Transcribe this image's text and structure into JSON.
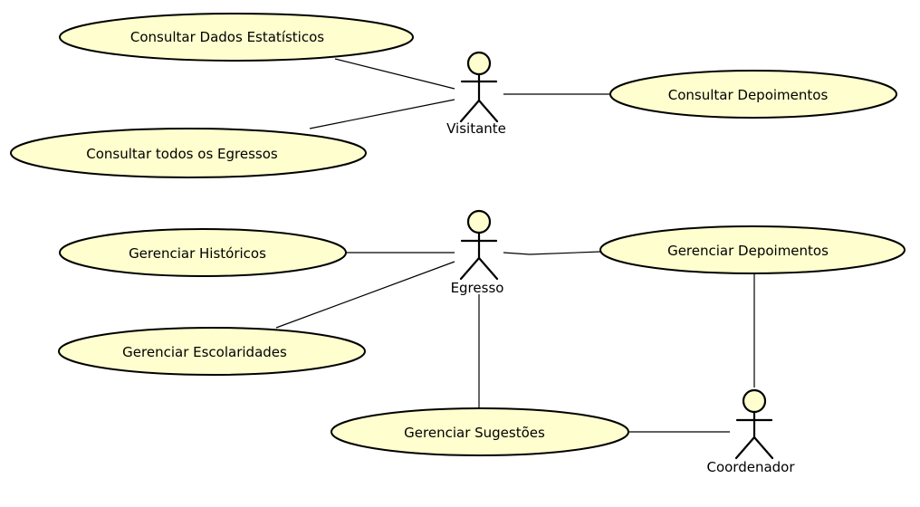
{
  "diagram": {
    "actors": {
      "visitante": "Visitante",
      "egresso": "Egresso",
      "coordenador": "Coordenador"
    },
    "use_cases": {
      "consultar_dados_estatisticos": "Consultar Dados Estatísticos",
      "consultar_todos_egressos": "Consultar todos os Egressos",
      "consultar_depoimentos": "Consultar Depoimentos",
      "gerenciar_historicos": "Gerenciar Históricos",
      "gerenciar_escolaridades": "Gerenciar Escolaridades",
      "gerenciar_depoimentos": "Gerenciar Depoimentos",
      "gerenciar_sugestoes": "Gerenciar Sugestões"
    },
    "associations": [
      [
        "visitante",
        "consultar_dados_estatisticos"
      ],
      [
        "visitante",
        "consultar_todos_egressos"
      ],
      [
        "visitante",
        "consultar_depoimentos"
      ],
      [
        "egresso",
        "gerenciar_historicos"
      ],
      [
        "egresso",
        "gerenciar_escolaridades"
      ],
      [
        "egresso",
        "gerenciar_depoimentos"
      ],
      [
        "egresso",
        "gerenciar_sugestoes"
      ],
      [
        "coordenador",
        "gerenciar_depoimentos"
      ],
      [
        "coordenador",
        "gerenciar_sugestoes"
      ]
    ],
    "colors": {
      "fill": "#fefece",
      "stroke": "#000000",
      "background": "#ffffff"
    }
  }
}
